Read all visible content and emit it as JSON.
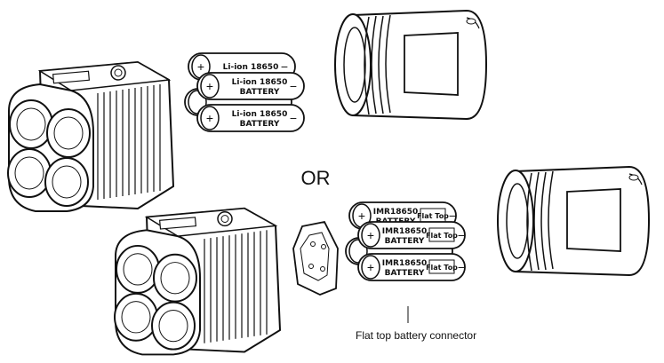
{
  "separator": "OR",
  "top_set": {
    "cells": [
      {
        "line1": "Li-ion 18650",
        "line2": ""
      },
      {
        "line1": "Li-ion 18650",
        "line2": "BATTERY"
      },
      {
        "line1": "Li-ion 18650",
        "line2": "BATTERY"
      }
    ]
  },
  "bottom_set": {
    "cells": [
      {
        "line1": "IMR18650",
        "line2": "BATTERY",
        "tag": "Flat Top"
      },
      {
        "line1": "IMR18650",
        "line2": "BATTERY",
        "tag": "Flat Top"
      },
      {
        "line1": "IMR18650",
        "line2": "BATTERY",
        "tag": "Flat Top"
      }
    ]
  },
  "callout": "Flat top battery connector",
  "symbols": {
    "plus": "+",
    "minus": "−"
  },
  "colors": {
    "line": "#111111",
    "background": "#ffffff"
  }
}
